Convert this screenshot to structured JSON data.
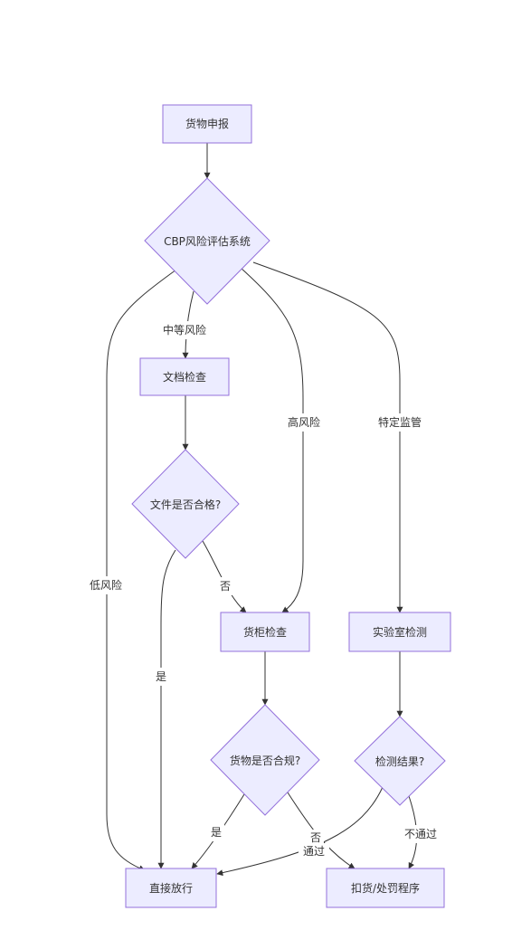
{
  "diagram": {
    "nodes": {
      "declare": "货物申报",
      "cbp": "CBP风险评估系统",
      "doc_check": "文档检查",
      "doc_ok": "文件是否合格?",
      "container_check": "货柜检查",
      "lab_test": "实验室检测",
      "goods_ok": "货物是否合规?",
      "test_result": "检测结果?",
      "release": "直接放行",
      "detain": "扣货/处罚程序"
    },
    "edge_labels": {
      "medium_risk": "中等风险",
      "high_risk": "高风险",
      "special_monitor": "特定监管",
      "low_risk": "低风险",
      "doc_no": "否",
      "doc_yes": "是",
      "goods_yes": "是",
      "goods_no": "否",
      "test_pass": "通过",
      "test_fail": "不通过"
    }
  },
  "colors": {
    "node_fill": "#ececff",
    "node_stroke": "#9370db",
    "edge": "#333333",
    "text": "#333333"
  }
}
